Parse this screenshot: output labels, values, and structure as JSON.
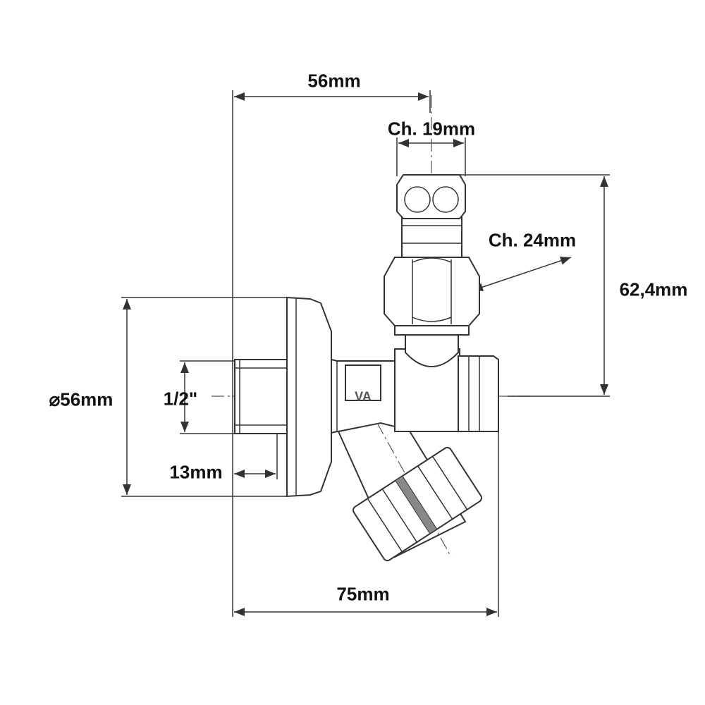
{
  "dimensions": {
    "top_width": "56mm",
    "top_nut": "Ch. 19mm",
    "mid_nut": "Ch. 24mm",
    "height": "62,4mm",
    "rosette_diameter": "⌀56mm",
    "thread": "1/2\"",
    "thread_length": "13mm",
    "total_width": "75mm"
  },
  "marking": "VA"
}
